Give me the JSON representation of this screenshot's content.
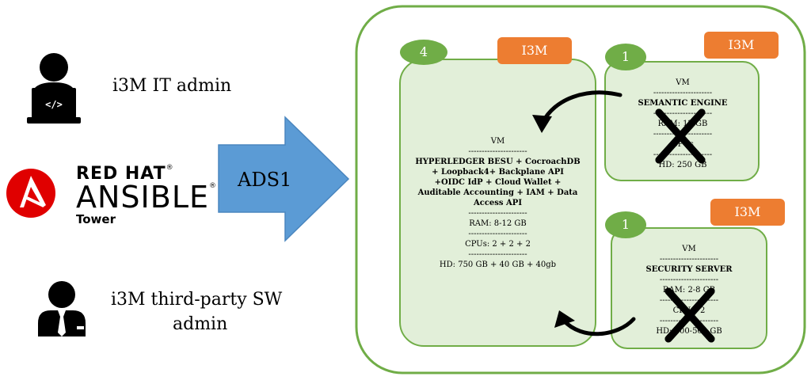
{
  "actors": {
    "it_admin": {
      "label": "i3M IT admin",
      "icon": "laptop-user-icon"
    },
    "sw_admin": {
      "label_line1": "i3M third-party SW",
      "label_line2": "admin",
      "icon": "businessman-icon"
    }
  },
  "ansible": {
    "brand_top": "RED HAT",
    "brand_main": "ANSIBLE",
    "brand_sub": "Tower",
    "reg_mark": "®",
    "logo_icon": "ansible-logo-icon"
  },
  "arrow": {
    "label": "ADS1",
    "color": "#5b9bd5"
  },
  "colors": {
    "green_border": "#70ad47",
    "green_fill": "#e2efd9",
    "green_badge": "#70ad47",
    "orange_tag": "#ed7d31",
    "ansible_red": "#e00000"
  },
  "main_vm": {
    "count": "4",
    "tag": "I3M",
    "title": "VM",
    "separator": "----------------------",
    "services": [
      "HYPERLEDGER BESU + CocroachDB",
      "+ Loopback4+ Backplane API",
      "+OIDC IdP + Cloud Wallet +",
      "Auditable Accounting + IAM + Data",
      "Access API"
    ],
    "ram": "RAM: 8-12 GB",
    "cpus": "CPUs: 2 + 2 + 2",
    "hd": "HD: 750 GB + 40 GB + 40gb"
  },
  "semantic_vm": {
    "count": "1",
    "tag": "I3M",
    "title": "VM",
    "separator": "----------------------",
    "name": "SEMANTIC ENGINE",
    "ram": "RAM: 12 GB",
    "cpus": "CPUs",
    "hd": "HD: 250 GB",
    "status": "removed"
  },
  "security_vm": {
    "count": "1",
    "tag": "I3M",
    "title": "VM",
    "separator": "----------------------",
    "name": "SECURITY SERVER",
    "ram": "RAM: 2-8 GB",
    "cpus": "CPUs: 2",
    "hd": "HD: 100-500 GB",
    "status": "removed"
  }
}
